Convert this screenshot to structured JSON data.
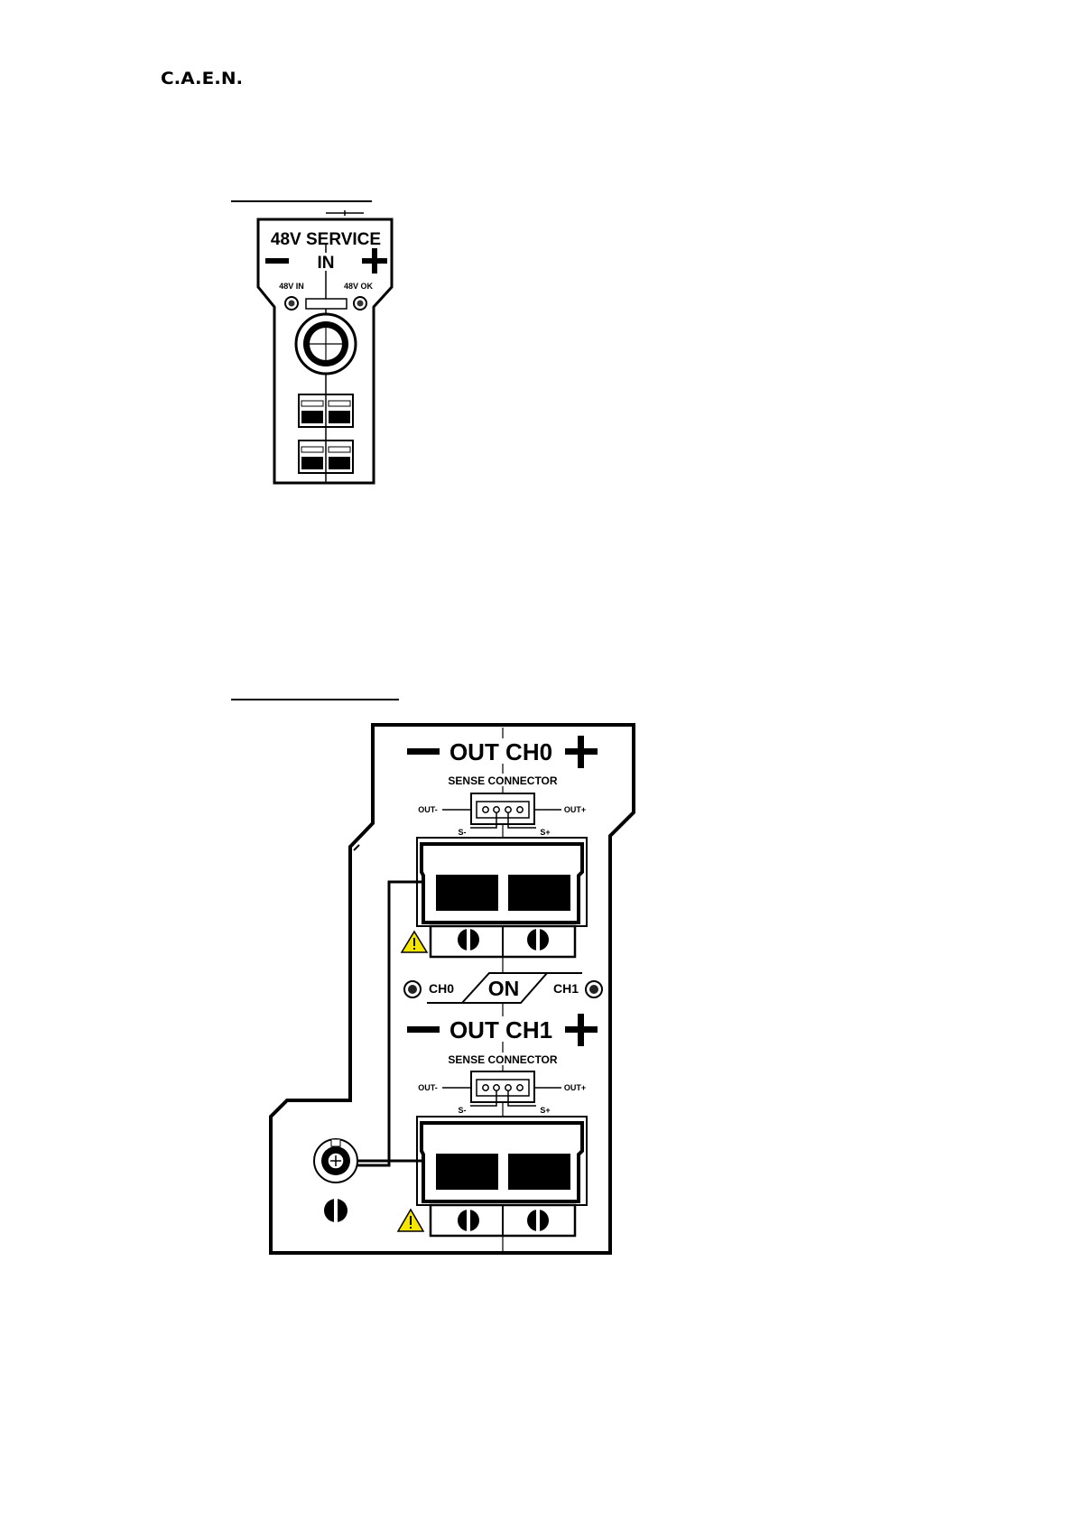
{
  "header": {
    "logo_text": "C.A.E.N."
  },
  "service_panel": {
    "title": "48V SERVICE",
    "input_label": "IN",
    "minus_symbol": "−",
    "plus_symbol": "+",
    "led_left_label": "48V IN",
    "led_right_label": "48V OK"
  },
  "output_panel": {
    "ch0": {
      "label": "OUT CH0",
      "sense_label": "SENSE CONNECTOR",
      "out_minus": "OUT-",
      "out_plus": "OUT+",
      "s_minus": "S-",
      "s_plus": "S+"
    },
    "on_indicator": {
      "ch0_label": "CH0",
      "on_label": "ON",
      "ch1_label": "CH1"
    },
    "ch1": {
      "label": "OUT CH1",
      "sense_label": "SENSE CONNECTOR",
      "out_minus": "OUT-",
      "out_plus": "OUT+",
      "s_minus": "S-",
      "s_plus": "S+"
    }
  },
  "colors": {
    "warning_fill": "#f5e600",
    "line": "#000000"
  }
}
